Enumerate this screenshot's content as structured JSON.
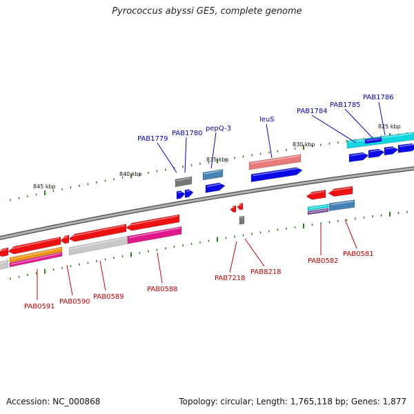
{
  "title": "Pyrococcus abyssi GE5, complete genome",
  "footer": {
    "accession": "Accession: NC_000868",
    "summary": "Topology: circular; Length: 1,765,118 bp; Genes: 1,877"
  },
  "colors": {
    "backbone": "#8a8a8a",
    "tick": "#2e7d1e",
    "label_plus": "#0000cc",
    "label_minus": "#cc0000",
    "red": "#ee1111",
    "grey": "#c8c8c8",
    "darkgrey": "#777777",
    "magenta": "#e0188c",
    "orange": "#f0920a",
    "cyan": "#10d6e0",
    "steel": "#4682b4",
    "blue": "#0a0ae6",
    "salmon": "#e87a7a",
    "purple": "#7a4fa0"
  },
  "scale_labels": [
    {
      "text": "845 kbp"
    },
    {
      "text": "840 kbp"
    },
    {
      "text": "835 kbp"
    },
    {
      "text": "830 kbp"
    },
    {
      "text": "825 kbp"
    }
  ],
  "labels_top": [
    "PAB1779",
    "PAB1780",
    "pepQ-3",
    "leuS",
    "PAB1784",
    "PAB1785",
    "PAB1786"
  ],
  "labels_bottom": [
    "PAB0591",
    "PAB0590",
    "PAB0589",
    "PAB0588",
    "PAB7218",
    "PAB8218",
    "PAB0582",
    "PAB0581"
  ]
}
